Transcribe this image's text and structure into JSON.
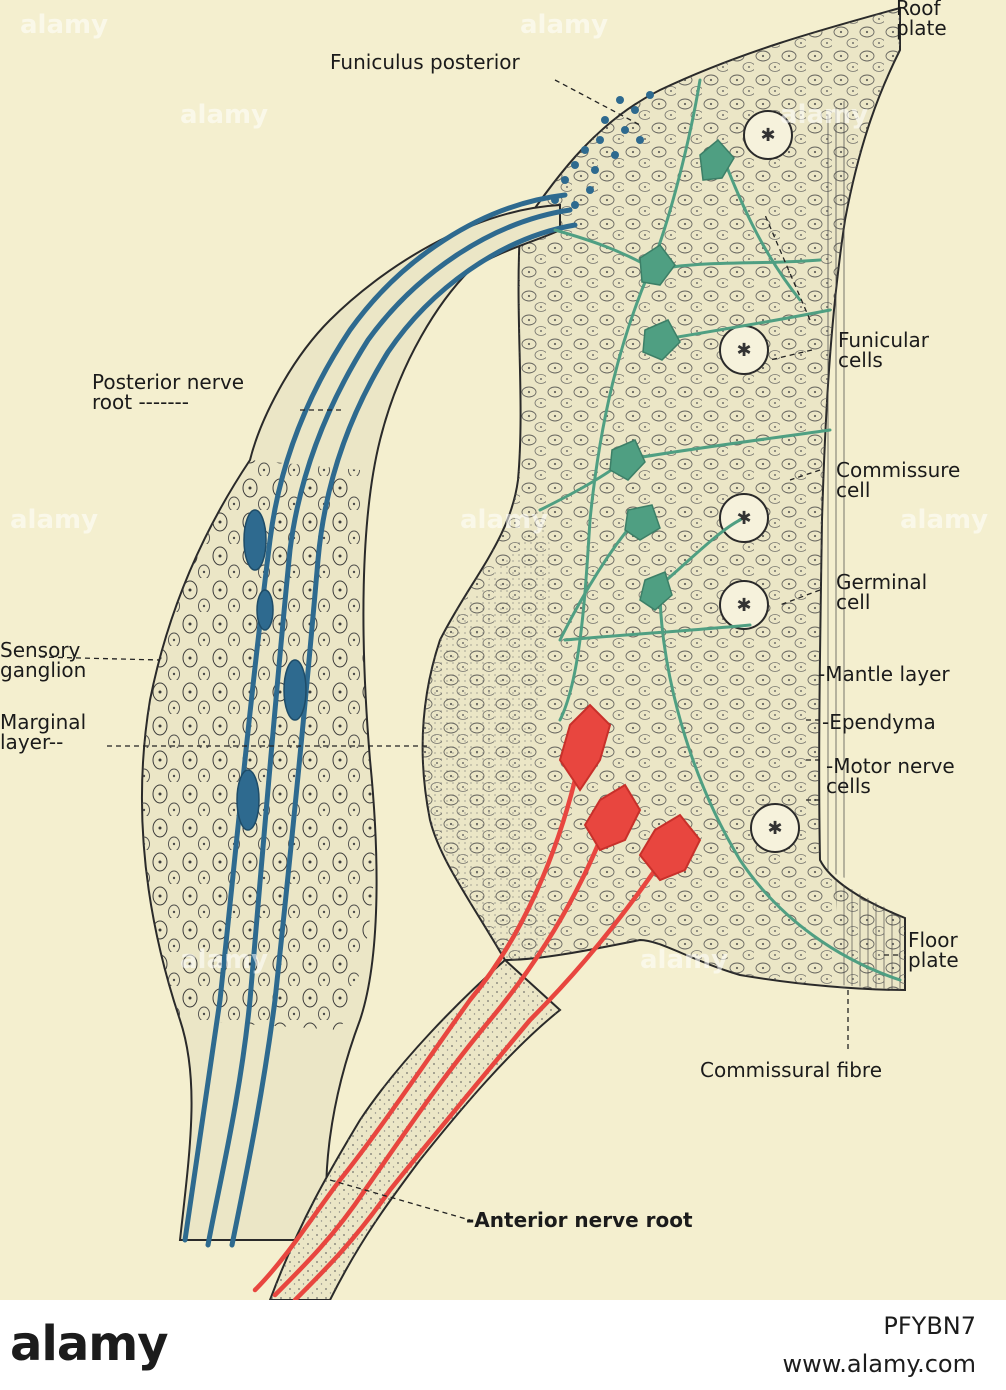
{
  "labels": {
    "roof_plate": "Roof\nplate",
    "funiculus_posterior": "Funiculus posterior",
    "posterior_nerve_root": "Posterior nerve\nroot -------",
    "funicular_cells": "Funicular\ncells",
    "commissure_cell": "Commissure\ncell",
    "germinal_cell": "Germinal\ncell",
    "sensory_ganglion": "Sensory\nganglion",
    "mantle_layer": "-Mantle layer",
    "marginal_layer": "Marginal\nlayer--",
    "ependyma": "-Ependyma",
    "motor_nerve_cells": "-Motor nerve\ncells",
    "floor_plate": "Floor\nplate",
    "commissural_fibre": "Commissural fibre",
    "anterior_nerve_root": "-Anterior nerve root"
  },
  "watermark": {
    "text": "alamy",
    "color": "#ffffff"
  },
  "footer": {
    "brand": "alamy",
    "image_code": "PFYBN7",
    "site": "www.alamy.com"
  },
  "colors": {
    "background": "#f4efcf",
    "sensory_fibres": "#2e6a8f",
    "motor_fibres": "#e8463f",
    "interneurons": "#4f9f82",
    "tissue_fill": "#ebe6c6",
    "ink": "#1b1b1b"
  }
}
